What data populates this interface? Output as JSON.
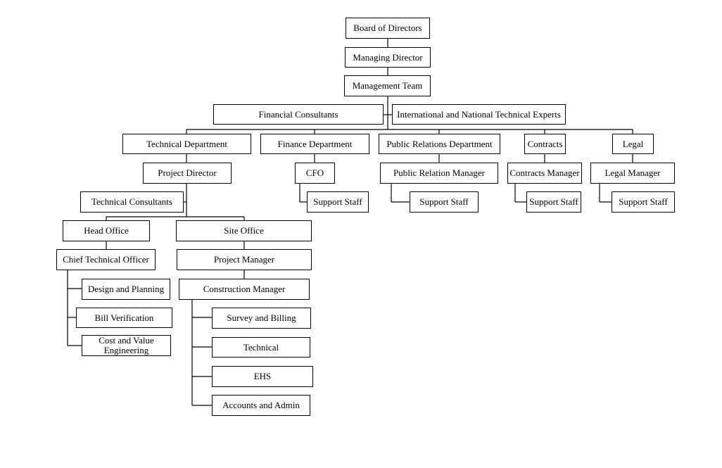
{
  "nodes": {
    "board": "Board of Directors",
    "md": "Managing Director",
    "mgmt": "Management Team",
    "fincons": "Financial Consultants",
    "intl": "International and National Technical Experts",
    "techdept": "Technical Department",
    "findept": "Finance Department",
    "prdept": "Public Relations Department",
    "contracts": "Contracts",
    "legal": "Legal",
    "projdir": "Project Director",
    "cfo": "CFO",
    "prmgr": "Public Relation Manager",
    "conmgr": "Contracts Manager",
    "legmgr": "Legal Manager",
    "techcons": "Technical Consultants",
    "ss_fin": "Support Staff",
    "ss_pr": "Support Staff",
    "ss_con": "Support Staff",
    "ss_leg": "Support Staff",
    "headoffice": "Head Office",
    "siteoffice": "Site Office",
    "cto": "Chief Technical Officer",
    "pm": "Project Manager",
    "design": "Design and Planning",
    "constmgr": "Construction Manager",
    "billver": "Bill Verification",
    "survey": "Survey and Billing",
    "costval": "Cost and Value Engineering",
    "technical": "Technical",
    "ehs": "EHS",
    "accounts": "Accounts and Admin"
  }
}
